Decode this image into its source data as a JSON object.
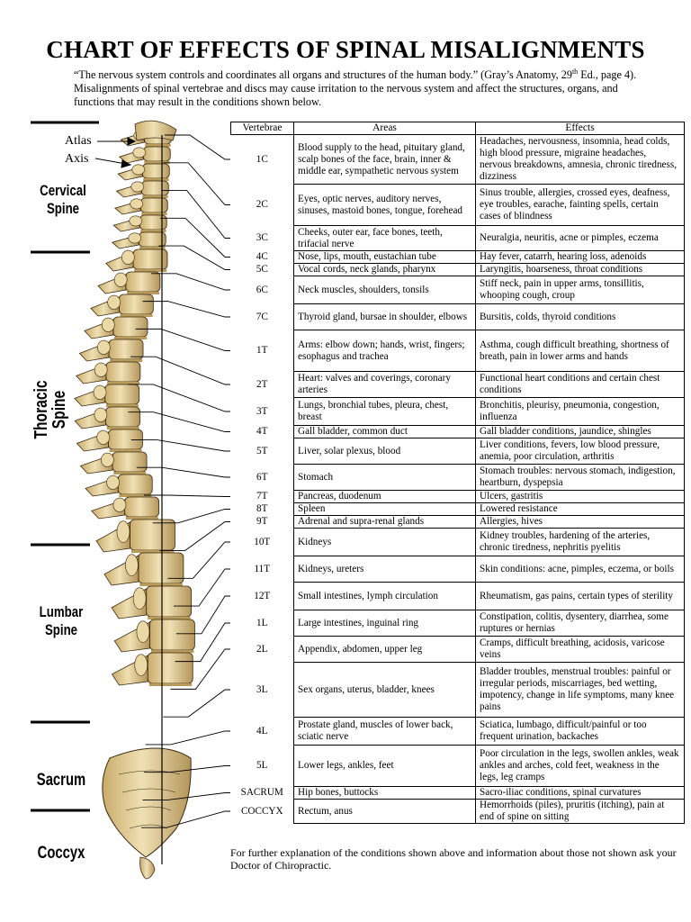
{
  "title": "CHART OF EFFECTS OF SPINAL MISALIGNMENTS",
  "intro": {
    "quote_part1": "“The nervous system controls and coordinates all organs and structures of the human body.” (Gray’s Anatomy, 29",
    "quote_sup": "th",
    "quote_part2": " Ed., page 4).",
    "body": "Misalignments of spinal vertebrae and discs may cause irritation to the nervous system and affect the structures, organs, and functions that may result in the conditions shown below."
  },
  "figure": {
    "atlas_label": "Atlas",
    "axis_label": "Axis",
    "regions": [
      {
        "line1": "Cervical",
        "line2": "Spine"
      },
      {
        "line1": "Thoracic Spine",
        "line2": ""
      },
      {
        "line1": "Lumbar",
        "line2": "Spine"
      },
      {
        "line1": "Sacrum",
        "line2": ""
      },
      {
        "line1": "Coccyx",
        "line2": ""
      }
    ]
  },
  "table": {
    "headers": {
      "vertebrae": "Vertebrae",
      "areas": "Areas",
      "effects": "Effects"
    },
    "rows": [
      {
        "v": "1C",
        "areas": "Blood supply to the head, pituitary gland, scalp bones of the face, brain, inner & middle ear, sympathetic nervous system",
        "effects": "Headaches, nervousness, insomnia, head colds, high blood pressure, migraine headaches, nervous breakdowns, amnesia, chronic tiredness, dizziness"
      },
      {
        "v": "2C",
        "areas": "Eyes, optic nerves, auditory nerves, sinuses, mastoid bones, tongue, forehead",
        "effects": "Sinus trouble, allergies, crossed eyes, deafness, eye troubles, earache, fainting spells, certain cases of blindness"
      },
      {
        "v": "3C",
        "areas": "Cheeks, outer ear, face bones, teeth, trifacial nerve",
        "effects": "Neuralgia, neuritis, acne or pimples, eczema"
      },
      {
        "v": "4C",
        "areas": "Nose, lips, mouth, eustachian tube",
        "effects": "Hay fever, catarrh, hearing loss, adenoids"
      },
      {
        "v": "5C",
        "areas": "Vocal cords, neck glands, pharynx",
        "effects": "Laryngitis, hoarseness, throat conditions"
      },
      {
        "v": "6C",
        "areas": "Neck muscles, shoulders, tonsils",
        "effects": "Stiff neck, pain in upper arms, tonsillitis, whooping cough, croup"
      },
      {
        "v": "7C",
        "areas": "Thyroid gland, bursae in shoulder, elbows",
        "effects": "Bursitis, colds, thyroid conditions"
      },
      {
        "v": "1T",
        "areas": "Arms: elbow down; hands, wrist, fingers; esophagus and trachea",
        "effects": "Asthma, cough difficult breathing, shortness of breath, pain in lower arms and hands"
      },
      {
        "v": "2T",
        "areas": "Heart: valves and coverings, coronary arteries",
        "effects": "Functional heart conditions and certain chest conditions"
      },
      {
        "v": "3T",
        "areas": "Lungs, bronchial tubes, pleura, chest, breast",
        "effects": "Bronchitis, pleurisy, pneumonia, congestion, influenza"
      },
      {
        "v": "4T",
        "areas": "Gall bladder, common duct",
        "effects": "Gall bladder conditions, jaundice, shingles"
      },
      {
        "v": "5T",
        "areas": "Liver, solar plexus, blood",
        "effects": "Liver conditions, fevers, low blood pressure, anemia, poor circulation, arthritis"
      },
      {
        "v": "6T",
        "areas": "Stomach",
        "effects": "Stomach troubles: nervous stomach, indigestion, heartburn, dyspepsia"
      },
      {
        "v": "7T",
        "areas": "Pancreas, duodenum",
        "effects": "Ulcers, gastritis"
      },
      {
        "v": "8T",
        "areas": "Spleen",
        "effects": "Lowered resistance"
      },
      {
        "v": "9T",
        "areas": "Adrenal and supra-renal glands",
        "effects": "Allergies, hives"
      },
      {
        "v": "10T",
        "areas": "Kidneys",
        "effects": "Kidney troubles, hardening of the arteries, chronic tiredness, nephritis pyelitis"
      },
      {
        "v": "11T",
        "areas": "Kidneys, ureters",
        "effects": "Skin conditions: acne, pimples, eczema, or boils"
      },
      {
        "v": "12T",
        "areas": "Small intestines, lymph circulation",
        "effects": "Rheumatism, gas pains, certain types of sterility"
      },
      {
        "v": "1L",
        "areas": "Large intestines, inguinal ring",
        "effects": "Constipation, colitis, dysentery, diarrhea, some ruptures or hernias"
      },
      {
        "v": "2L",
        "areas": "Appendix, abdomen, upper leg",
        "effects": "Cramps, difficult breathing, acidosis, varicose veins"
      },
      {
        "v": "3L",
        "areas": "Sex organs, uterus, bladder, knees",
        "effects": "Bladder troubles, menstrual troubles: painful or irregular periods, miscarriages, bed wetting, impotency, change in life symptoms, many knee pains"
      },
      {
        "v": "4L",
        "areas": "Prostate gland, muscles of lower back, sciatic nerve",
        "effects": "Sciatica, lumbago, difficult/painful or too frequent urination, backaches"
      },
      {
        "v": "5L",
        "areas": "Lower legs, ankles, feet",
        "effects": "Poor circulation in the legs, swollen ankles, weak ankles and arches, cold feet, weakness in the legs, leg cramps"
      },
      {
        "v": "SACRUM",
        "areas": "Hip bones, buttocks",
        "effects": "Sacro-iliac conditions, spinal curvatures"
      },
      {
        "v": "COCCYX",
        "areas": "Rectum, anus",
        "effects": "Hemorrhoids (piles), pruritis (itching), pain at end of spine on sitting"
      }
    ]
  },
  "footnote": "For further explanation of the conditions shown above and information about those not shown ask your Doctor of Chiropractic.",
  "colors": {
    "bone": "#ead9a6",
    "bone_shadow": "#b89a5a",
    "outline": "#3a2a10",
    "ink": "#000000"
  }
}
